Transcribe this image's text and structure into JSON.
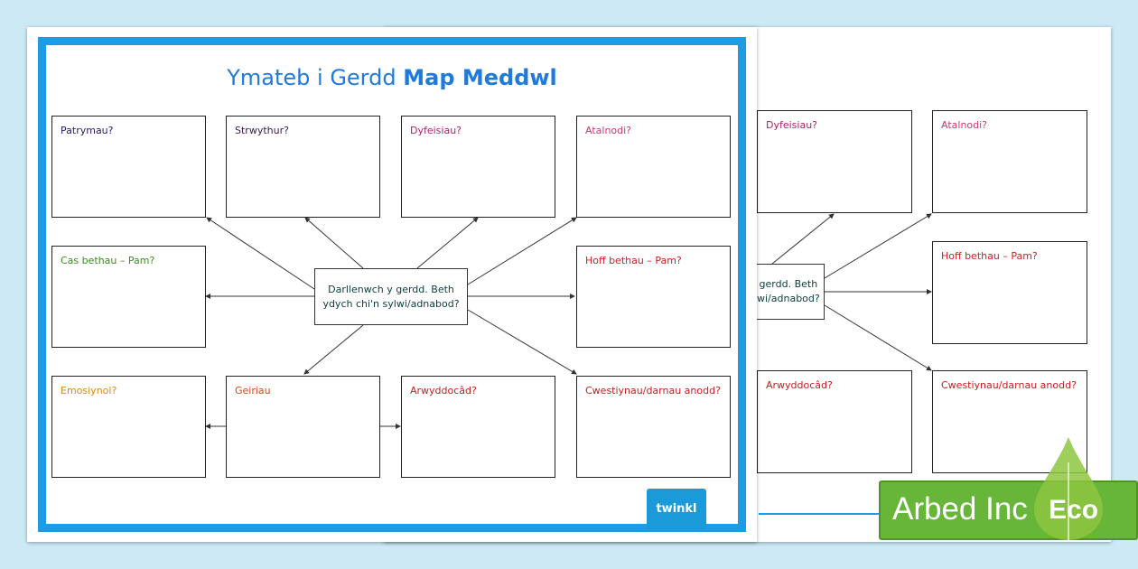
{
  "front": {
    "title_normal": "Ymateb i Gerdd ",
    "title_bold": "Map Meddwl",
    "center_line1": "Darllenwch y gerdd. Beth",
    "center_line2": "ydych chi'n sylwi/adnabod?",
    "boxes": [
      {
        "label": "Patrymau?",
        "color": "#2a1a5e"
      },
      {
        "label": "Strwythur?",
        "color": "#3a1a4e"
      },
      {
        "label": "Dyfeisiau?",
        "color": "#b0206a"
      },
      {
        "label": "Atalnodi?",
        "color": "#c83a74"
      },
      {
        "label": "Cas bethau – Pam?",
        "color": "#3b8a1e"
      },
      {
        "label": "Hoff bethau – Pam?",
        "color": "#cc1f1f"
      },
      {
        "label": "Emosiynol?",
        "color": "#d98a10"
      },
      {
        "label": "Geiriau",
        "color": "#d14a12"
      },
      {
        "label": "Arwyddocâd?",
        "color": "#c02020"
      },
      {
        "label": "Cwestiynau/darnau anodd?",
        "color": "#c02020"
      }
    ],
    "logo_text": "twinkl"
  },
  "back": {
    "center_line1": "gerdd. Beth",
    "center_line2": "wi/adnabod?",
    "boxes": [
      {
        "label": "Dyfeisiau?",
        "color": "#b0206a"
      },
      {
        "label": "Atalnodi?",
        "color": "#c83a74"
      },
      {
        "label": "Hoff bethau – Pam?",
        "color": "#cc1f1f"
      },
      {
        "label": "Arwyddocâd?",
        "color": "#c02020"
      },
      {
        "label": "Cwestiynau/darnau anodd?",
        "color": "#c02020"
      }
    ]
  },
  "watermark": {
    "text": "Arbed Inc",
    "badge": "Eco",
    "color": "#67b63a"
  }
}
